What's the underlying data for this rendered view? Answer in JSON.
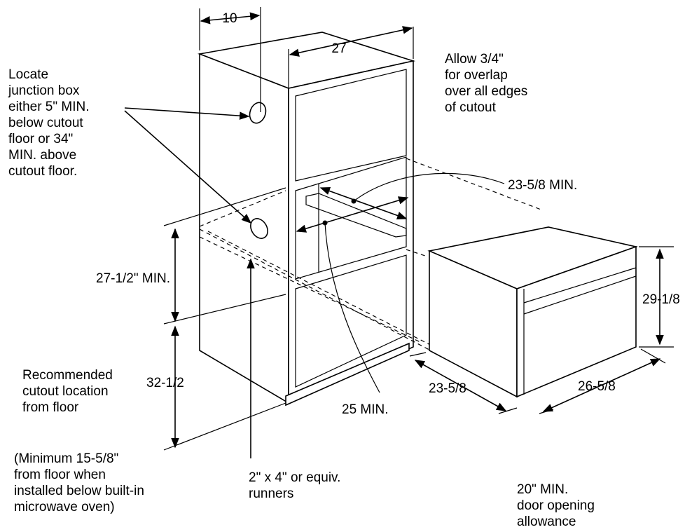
{
  "labels": {
    "dim_10": "10",
    "dim_27": "27",
    "overlap": [
      "Allow 3/4\"",
      "for overlap",
      "over all edges",
      "of cutout"
    ],
    "junction": [
      "Locate",
      "junction box",
      "either 5\" MIN.",
      "below cutout",
      "floor or 34\"",
      "MIN. above",
      "cutout floor."
    ],
    "dim_23_5_8_min": "23-5/8 MIN.",
    "dim_27_1_2_min": "27-1/2\" MIN.",
    "dim_29_1_8": "29-1/8",
    "recommended": [
      "Recommended",
      "cutout location",
      "from floor"
    ],
    "dim_32_1_2": "32-1/2",
    "dim_25_min": "25 MIN.",
    "dim_23_5_8": "23-5/8",
    "dim_26_5_8": "26-5/8",
    "minimum_note": [
      "(Minimum 15-5/8\"",
      "from floor when",
      "installed below built-in",
      "microwave oven)"
    ],
    "runners": [
      "2\" x 4\" or equiv.",
      "runners"
    ],
    "door_allowance": [
      "20\" MIN.",
      "door opening",
      "allowance"
    ]
  }
}
